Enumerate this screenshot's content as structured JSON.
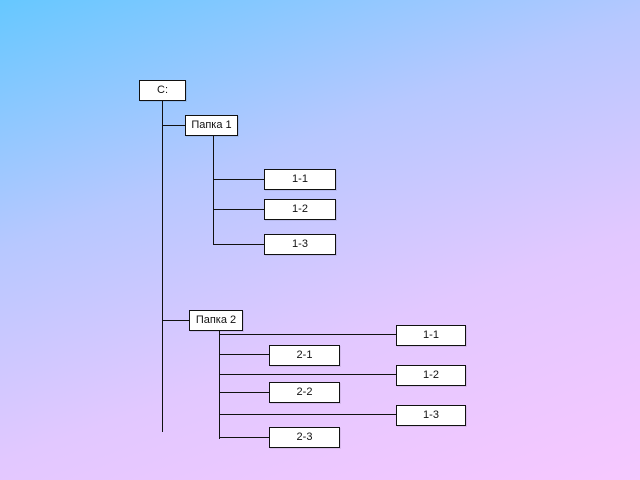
{
  "tree": {
    "root": {
      "label": "C:"
    },
    "folder1": {
      "label": "Папка 1",
      "children": [
        "1-1",
        "1-2",
        "1-3"
      ]
    },
    "folder2": {
      "label": "Папка 2",
      "children_column_a": [
        "1-1",
        "1-2",
        "1-3"
      ],
      "children_column_b": [
        "2-1",
        "2-2",
        "2-3"
      ]
    }
  }
}
